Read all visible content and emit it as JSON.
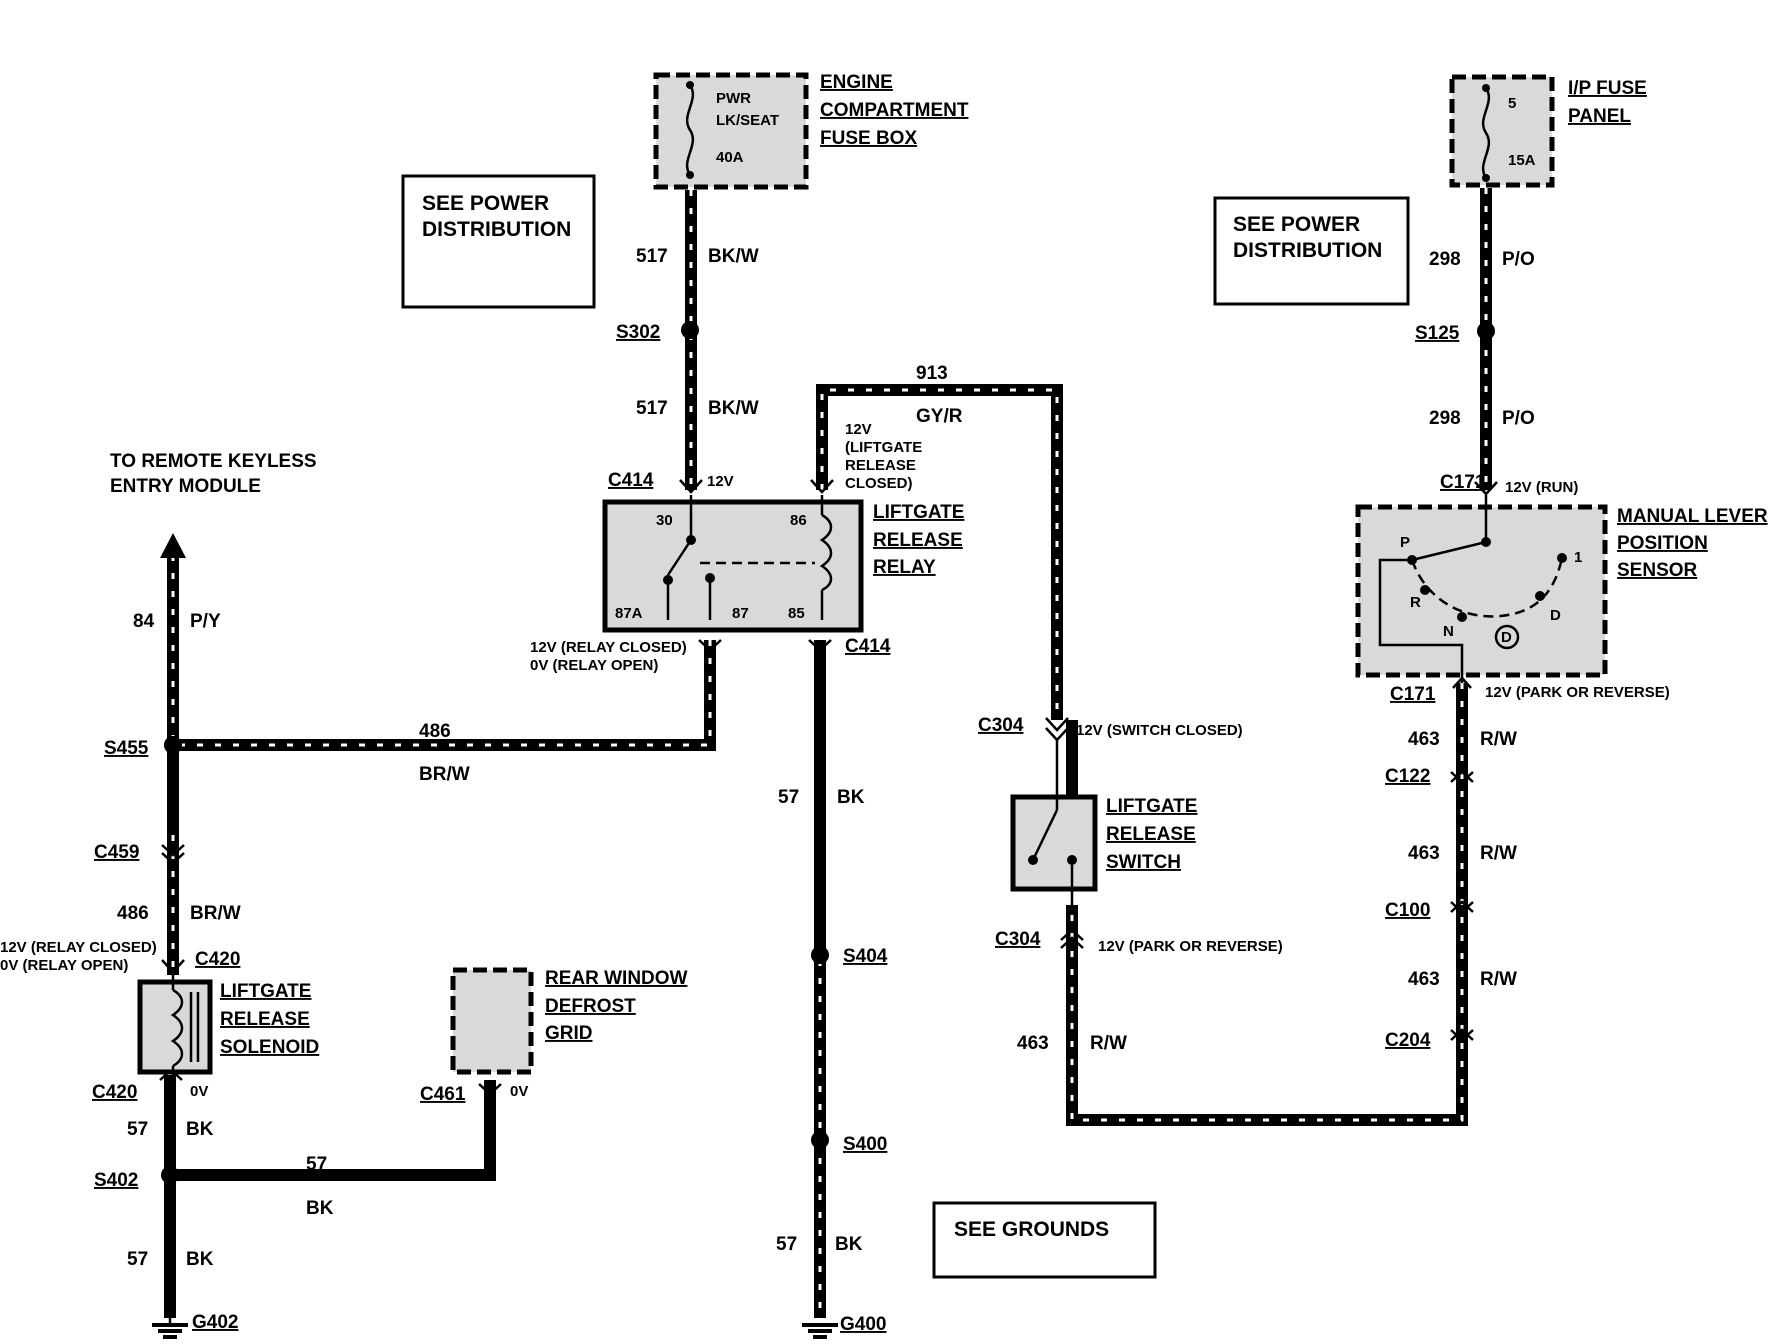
{
  "boxes": {
    "see_power_1": [
      "SEE POWER",
      "DISTRIBUTION"
    ],
    "see_power_2": [
      "SEE POWER",
      "DISTRIBUTION"
    ],
    "see_grounds": "SEE GROUNDS"
  },
  "components": {
    "engine_fuse_box": {
      "name": [
        "ENGINE",
        "COMPARTMENT",
        "FUSE BOX"
      ],
      "inner": [
        "PWR",
        "LK/SEAT",
        "40A"
      ]
    },
    "ip_fuse_panel": {
      "name": [
        "I/P FUSE",
        "PANEL"
      ],
      "inner": [
        "5",
        "15A"
      ]
    },
    "liftgate_relay": {
      "name": [
        "LIFTGATE",
        "RELEASE",
        "RELAY"
      ],
      "pins": [
        "30",
        "86",
        "87A",
        "87",
        "85"
      ]
    },
    "manual_lever": {
      "name": [
        "MANUAL LEVER",
        "POSITION",
        "SENSOR"
      ],
      "positions": [
        "P",
        "R",
        "N",
        "D",
        "1"
      ]
    },
    "liftgate_switch": {
      "name": [
        "LIFTGATE",
        "RELEASE",
        "SWITCH"
      ]
    },
    "liftgate_solenoid": {
      "name": [
        "LIFTGATE",
        "RELEASE",
        "SOLENOID"
      ]
    },
    "rear_defrost": {
      "name": [
        "REAR WINDOW",
        "DEFROST",
        "GRID"
      ]
    },
    "remote_keyless": [
      "TO REMOTE KEYLESS",
      "ENTRY MODULE"
    ]
  },
  "connectors": {
    "S302": "S302",
    "C414a": "C414",
    "C414b": "C414",
    "S125": "S125",
    "C171a": "C171",
    "C171b": "C171",
    "C304a": "C304",
    "C304b": "C304",
    "C122": "C122",
    "C100": "C100",
    "C204": "C204",
    "S455": "S455",
    "C459": "C459",
    "C420a": "C420",
    "C420b": "C420",
    "S402": "S402",
    "G402": "G402",
    "C461": "C461",
    "S404": "S404",
    "S400": "S400",
    "G400": "G400"
  },
  "wires": {
    "w517a": {
      "num": "517",
      "color": "BK/W"
    },
    "w517b": {
      "num": "517",
      "color": "BK/W"
    },
    "w298a": {
      "num": "298",
      "color": "P/O"
    },
    "w298b": {
      "num": "298",
      "color": "P/O"
    },
    "w913": {
      "num": "913",
      "color": "GY/R"
    },
    "w84": {
      "num": "84",
      "color": "P/Y"
    },
    "w486a": {
      "num": "486",
      "color": "BR/W"
    },
    "w486b": {
      "num": "486",
      "color": "BR/W"
    },
    "w57a": {
      "num": "57",
      "color": "BK"
    },
    "w57b": {
      "num": "57",
      "color": "BK"
    },
    "w57c": {
      "num": "57",
      "color": "BK"
    },
    "w57d": {
      "num": "57",
      "color": "BK"
    },
    "w57e": {
      "num": "57",
      "color": "BK"
    },
    "w463a": {
      "num": "463",
      "color": "R/W"
    },
    "w463b": {
      "num": "463",
      "color": "R/W"
    },
    "w463c": {
      "num": "463",
      "color": "R/W"
    },
    "w463d": {
      "num": "463",
      "color": "R/W"
    }
  },
  "voltages": {
    "c414_12v": "12V",
    "liftgate_closed": [
      "12V",
      "(LIFTGATE",
      "RELEASE",
      "CLOSED)"
    ],
    "relay_out": [
      "12V (RELAY CLOSED)",
      "0V (RELAY OPEN)"
    ],
    "run": "12V (RUN)",
    "park_rev_1": "12V (PARK OR REVERSE)",
    "switch_closed": "12V (SWITCH CLOSED)",
    "park_rev_2": "12V (PARK OR REVERSE)",
    "solenoid_in": [
      "12V (RELAY CLOSED)",
      "0V (RELAY OPEN)"
    ],
    "zero_a": "0V",
    "zero_b": "0V"
  }
}
